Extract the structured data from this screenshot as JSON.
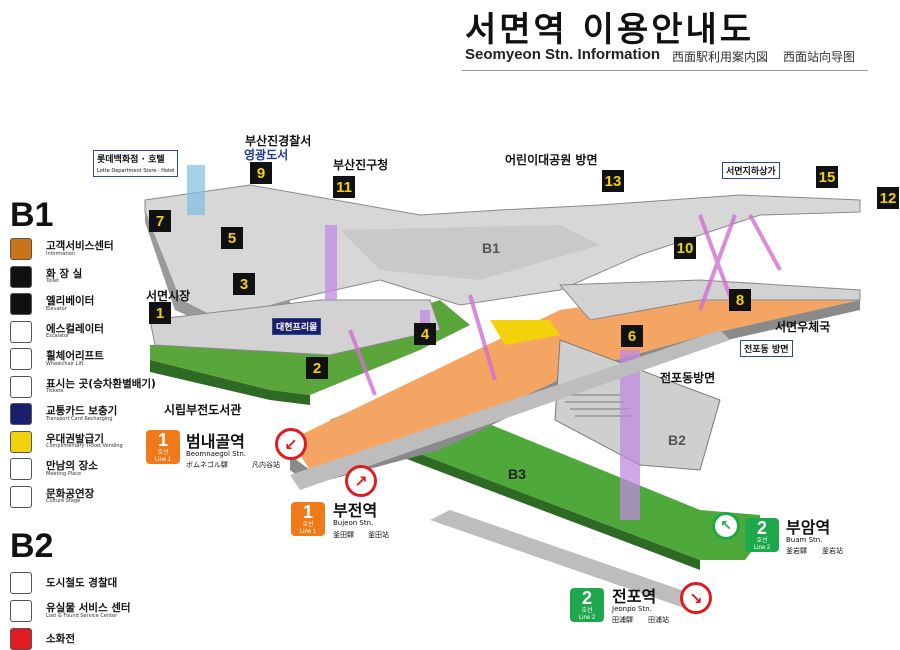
{
  "title": {
    "ko": "서면역 이용안내도",
    "en": "Seomyeon Stn. Information",
    "ja": "西面駅利用案内図",
    "zh": "西面站向导图"
  },
  "levels": {
    "b1": "B1",
    "b2": "B2",
    "b3": "B3"
  },
  "legend_b1": [
    {
      "icon": "info-icon",
      "ko": "고객서비스센터",
      "en": "Information",
      "color": "#c8751a"
    },
    {
      "icon": "toilet-icon",
      "ko": "화 장 실",
      "en": "Toilet",
      "color": "#111111"
    },
    {
      "icon": "elevator-icon",
      "ko": "엘리베이터",
      "en": "Elevator",
      "color": "#111111"
    },
    {
      "icon": "escalator-icon",
      "ko": "에스컬레이터",
      "en": "Escalator",
      "color": "#ffffff"
    },
    {
      "icon": "wheelchair-ramp-icon",
      "ko": "휠체어리프트",
      "en": "Wheelchair Lift",
      "color": "#ffffff"
    },
    {
      "icon": "braille-icon",
      "ko": "표시는 곳(승차환별배기)",
      "en": "Tickets",
      "color": "#ffffff"
    },
    {
      "icon": "card-charge-icon",
      "ko": "교통카드 보충기",
      "en": "Transport Card Recharging",
      "color": "#1a1f6b"
    },
    {
      "icon": "complimentary-ticket-icon",
      "ko": "우대권발급기",
      "en": "Complimentary Ticket Vending",
      "color": "#f2d20a"
    },
    {
      "icon": "meeting-place-icon",
      "ko": "만남의 장소",
      "en": "Meeting Place",
      "color": "#ffffff"
    },
    {
      "icon": "culture-stage-icon",
      "ko": "문화공연장",
      "en": "Culture Stage",
      "color": "#ffffff"
    }
  ],
  "legend_b2": [
    {
      "icon": "police-icon",
      "ko": "도시철도 경찰대",
      "en": "",
      "color": "#ffffff"
    },
    {
      "icon": "lost-found-icon",
      "ko": "유실물 서비스 센터",
      "en": "Lost & Found Service Center",
      "color": "#ffffff"
    },
    {
      "icon": "fire-extinguisher-icon",
      "ko": "소화전",
      "en": "",
      "color": "#e11b22"
    }
  ],
  "exits": [
    {
      "n": "1",
      "label": "서면시장"
    },
    {
      "n": "2",
      "label": ""
    },
    {
      "n": "3",
      "label": ""
    },
    {
      "n": "4",
      "label": ""
    },
    {
      "n": "5",
      "label": ""
    },
    {
      "n": "6",
      "label": ""
    },
    {
      "n": "7",
      "label": ""
    },
    {
      "n": "8",
      "label": "서면우체국"
    },
    {
      "n": "9",
      "label": "부산진경찰서"
    },
    {
      "n": "10",
      "label": ""
    },
    {
      "n": "11",
      "label": "부산진구청"
    },
    {
      "n": "12",
      "label": ""
    },
    {
      "n": "13",
      "label": "어린이대공원 방면"
    },
    {
      "n": "15",
      "label": ""
    }
  ],
  "place_labels": {
    "youngkwang": "영광도서",
    "lotte_ko": "롯데백화점 · 호텔",
    "lotte_en": "Lotte Department Store · Hotel",
    "underground_mall": "서면지하상가",
    "library": "시립부전도서관",
    "jeonpo_dir": "전포동방면",
    "jeonpo_box": "전포동 방면",
    "mall_sign": "대현프리몰"
  },
  "stations": [
    {
      "line": "1",
      "line_label": "Line 1",
      "ho": "호선",
      "ko": "범내골역",
      "en": "Beomnaegol Stn.",
      "ja": "ボムネゴル驛",
      "zh": "凡内谷站",
      "color": "#f07a1a"
    },
    {
      "line": "1",
      "line_label": "Line 1",
      "ho": "호선",
      "ko": "부전역",
      "en": "Bujeon Stn.",
      "ja": "釜田驛",
      "zh": "釜田站",
      "color": "#f07a1a"
    },
    {
      "line": "2",
      "line_label": "Line 2",
      "ho": "호선",
      "ko": "부암역",
      "en": "Buam Stn.",
      "ja": "釜岩驛",
      "zh": "釜岩站",
      "color": "#1ea84b"
    },
    {
      "line": "2",
      "line_label": "Line 2",
      "ho": "호선",
      "ko": "전포역",
      "en": "Jeonpo Stn.",
      "ja": "田浦驛",
      "zh": "田浦站",
      "color": "#1ea84b"
    }
  ],
  "colors": {
    "line1": "#f07a1a",
    "line2": "#1ea84b",
    "exit_bg": "#111111",
    "exit_fg": "#f2d20a",
    "arrow": "#e11b22",
    "platform_orange": "#f4a564",
    "platform_green": "#4ea83a",
    "concourse": "#d7d7d7",
    "elevator_shaft": "#c08ae0"
  }
}
